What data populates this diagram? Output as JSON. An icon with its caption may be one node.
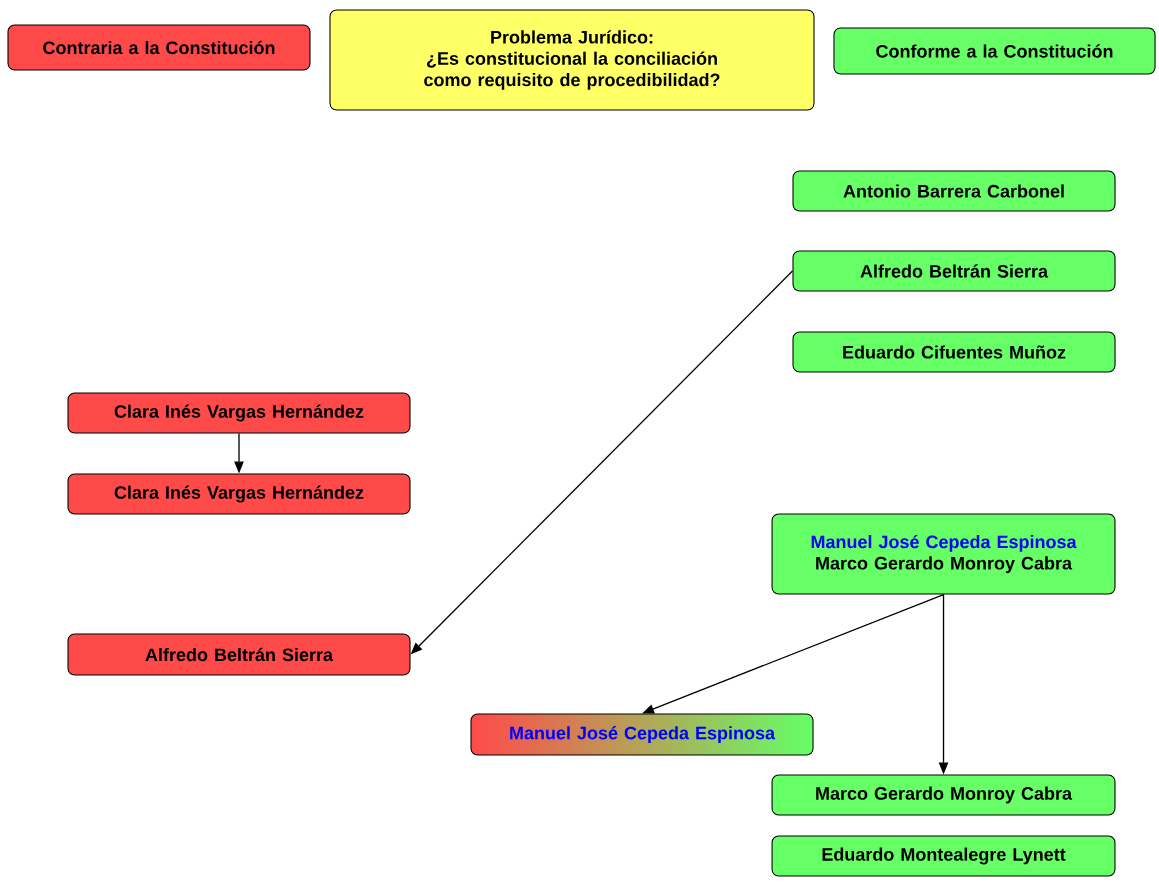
{
  "diagram": {
    "nodes": [
      {
        "text": [
          "Contraria a la Constitución"
        ]
      },
      {
        "text": [
          "Problema Jurídico:",
          "¿Es constitucional la conciliación como requisito de procedibilidad?"
        ]
      },
      {
        "text": [
          "Conforme a la Constitución"
        ]
      },
      {
        "text": [
          "Antonio Barrera Carbonel"
        ]
      },
      {
        "text": [
          "Alfredo Beltrán Sierra"
        ]
      },
      {
        "text": [
          "Eduardo Cifuentes Muñoz"
        ]
      },
      {
        "text": [
          "Clara Inés Vargas Hernández"
        ]
      },
      {
        "text": [
          "Clara Inés Vargas Hernández"
        ]
      },
      {
        "text": [
          "Manuel José Cepeda Espinosa",
          "Marco Gerardo Monroy Cabra"
        ]
      },
      {
        "text": [
          "Alfredo Beltrán Sierra"
        ]
      },
      {
        "text": [
          "Manuel José Cepeda Espinosa"
        ]
      },
      {
        "text": [
          "Marco Gerardo Monroy Cabra"
        ]
      },
      {
        "text": [
          "Eduardo Montealegre Lynett"
        ]
      }
    ],
    "edges": [
      {
        "from": 6,
        "to": 7,
        "arrow": "to"
      },
      {
        "from": 4,
        "to": 9,
        "arrow": "to"
      },
      {
        "from": 8,
        "to": 10,
        "arrow": "to"
      },
      {
        "from": 8,
        "to": 11,
        "arrow": "to"
      }
    ]
  }
}
